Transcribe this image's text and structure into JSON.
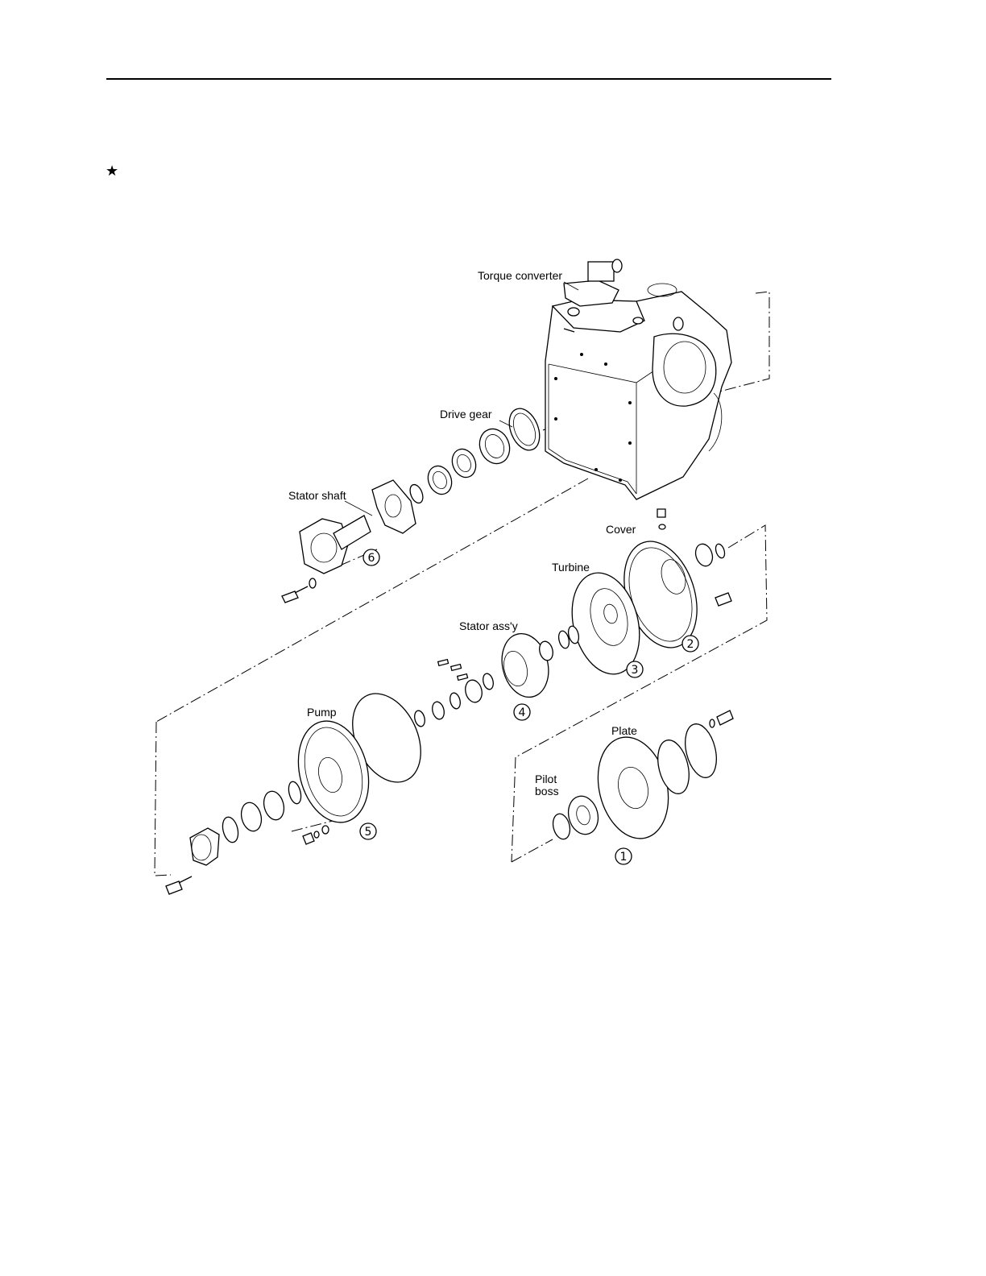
{
  "header": {
    "marker": "★"
  },
  "labels": {
    "torque_converter": "Torque converter",
    "drive_gear": "Drive gear",
    "stator_shaft": "Stator shaft",
    "cover": "Cover",
    "turbine": "Turbine",
    "stator_assy": "Stator ass'y",
    "pump": "Pump",
    "plate": "Plate",
    "pilot_boss_line1": "Pilot",
    "pilot_boss_line2": "boss"
  },
  "callouts": [
    "1",
    "2",
    "3",
    "4",
    "5",
    "6"
  ]
}
